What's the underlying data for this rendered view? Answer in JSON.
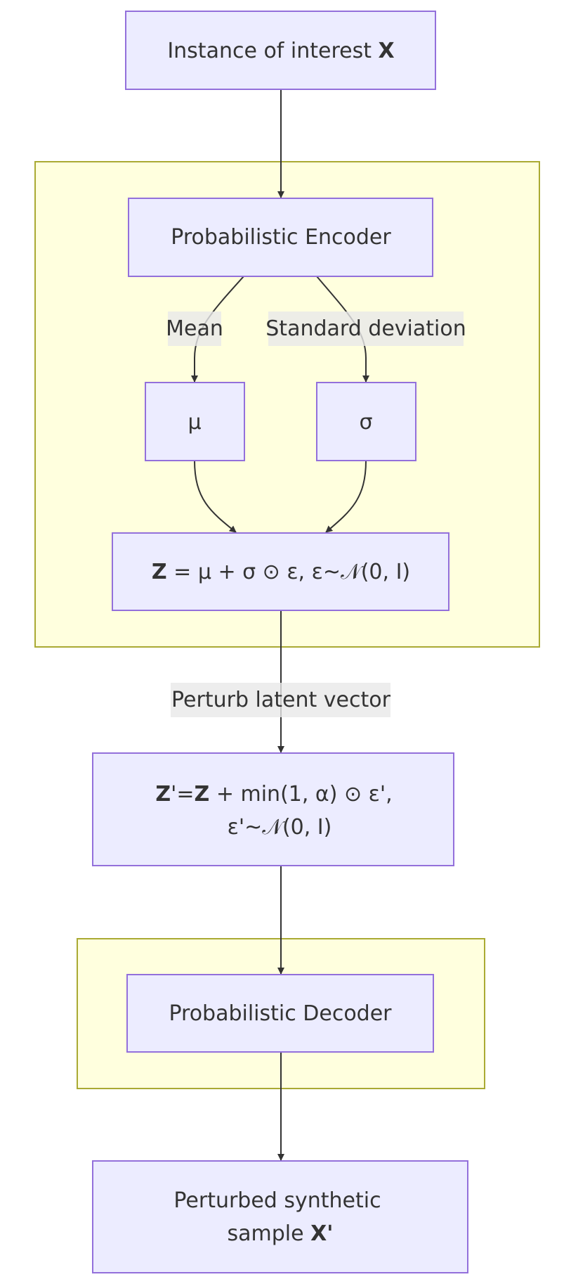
{
  "colors": {
    "node_fill": "#ECECFF",
    "node_stroke": "#9370DB",
    "cluster_fill": "#FFFFDE",
    "cluster_stroke": "#AAAA33",
    "edge": "#333333",
    "label_bg": "#E8E8E8",
    "text": "#333333"
  },
  "nodes": {
    "input": {
      "prefix": "Instance of interest ",
      "bold": "X"
    },
    "encoder": {
      "label": "Probabilistic Encoder"
    },
    "mu": {
      "label": "μ"
    },
    "sigma": {
      "label": "σ"
    },
    "z": {
      "bold": "Z",
      "rest": " = μ + σ ⊙ ε, ε~𝒩(0, I)"
    },
    "perturb": {
      "line1_bold_a": "Z",
      "line1_mid": "'=",
      "line1_bold_b": "Z",
      "line1_rest": " + min(1, α) ⊙ ε',",
      "line2": "ε'~𝒩(0, I)"
    },
    "decoder": {
      "label": "Probabilistic Decoder"
    },
    "output": {
      "line1": "Perturbed synthetic",
      "line2_prefix": "sample ",
      "line2_bold": "X'"
    }
  },
  "edge_labels": {
    "mean": "Mean",
    "std": "Standard deviation",
    "perturb": "Perturb latent vector"
  }
}
